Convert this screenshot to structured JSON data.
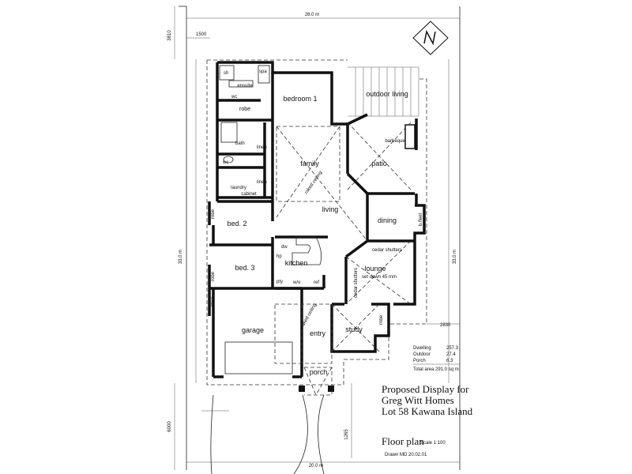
{
  "dimensions": {
    "top_width": "26.0 m",
    "bottom_width": "20.0 m",
    "left_depth": "33.0 m",
    "right_depth": "33.0 m",
    "setback_top": "3810",
    "setback_left": "1500",
    "setback_bottom": "6000",
    "setback_bottom_right": "1265",
    "setback_right": "2830"
  },
  "rooms": {
    "bedroom1": "bedroom 1",
    "outdoor_living": "outdoor living",
    "robe1": "robe",
    "ensuite": "ensuite",
    "sh": "sh",
    "spa": "spa",
    "wc1": "wc",
    "bath": "bath",
    "linen1": "linen",
    "wc2": "wc",
    "linen2": "linen",
    "laundry": "laundry",
    "cabinet": "cabinet",
    "family": "family",
    "patio": "patio",
    "barbeque": "barbeque",
    "raked_ceiling1": "raked ceiling",
    "living": "living",
    "dining": "dining",
    "buffet": "b.fleet",
    "robe2": "robe",
    "bed2": "bed. 2",
    "robe3": "robe",
    "bed3": "bed. 3",
    "store": "store",
    "kitchen": "kitchen",
    "dw": "dw",
    "hp": "hp",
    "pty": "pty",
    "wo": "w/o",
    "ref": "ref",
    "cedar_shutters1": "cedar shutters",
    "lounge": "lounge",
    "set_down": "set down 45 mm",
    "cedar_shutters2": "cedar shutters",
    "garage": "garage",
    "raked_ceiling2": "raked ceiling",
    "entry": "entry",
    "study": "study",
    "robe4": "robe",
    "porch": "porch"
  },
  "areas": [
    {
      "label": "Dwelling",
      "value": "257.3"
    },
    {
      "label": "Outdoor",
      "value": "27.4"
    },
    {
      "label": "Porch",
      "value": "6.3"
    }
  ],
  "total_area": "Total area  291.0 sq m",
  "title_block": {
    "line1": "Proposed Display for",
    "line2": "Greg Witt Homes",
    "line3": "Lot 58 Kawana Island",
    "plan_title": "Floor plan",
    "scale": "Scale 1:100",
    "drawn": "Drawn   MD  20.02.01"
  },
  "north_label": "N"
}
